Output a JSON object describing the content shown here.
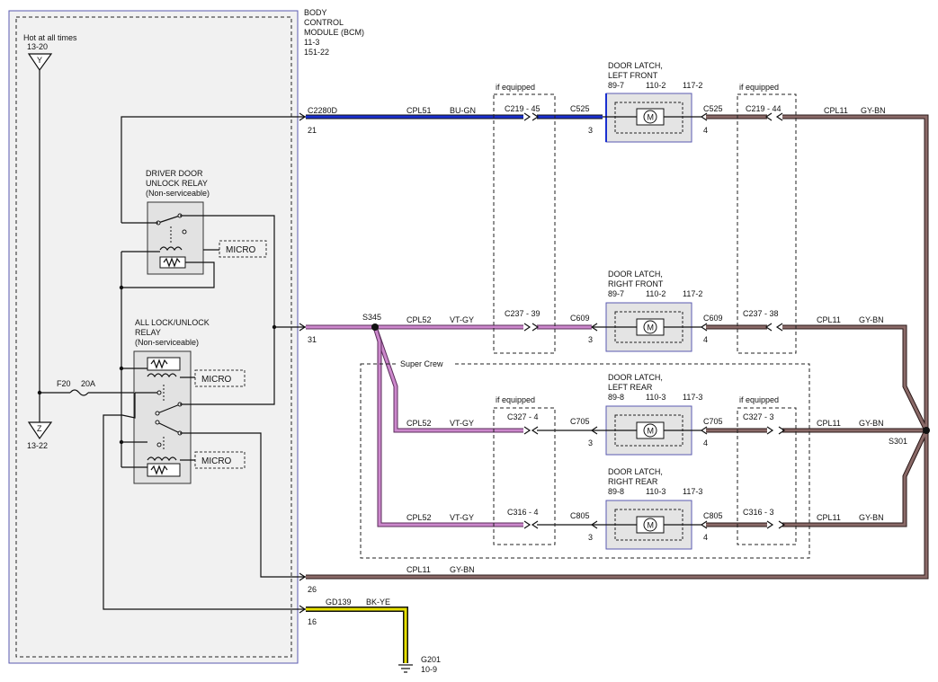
{
  "bcm": {
    "title_line1": "BODY",
    "title_line2": "CONTROL",
    "title_line3": "MODULE (BCM)",
    "ref1": "11-3",
    "ref2": "151-22"
  },
  "power": {
    "label": "Hot at all times",
    "ref": "13-20",
    "node": "Y",
    "fuse": "F20",
    "rating": "20A",
    "node_z": "Z",
    "ref_z": "13-22"
  },
  "driver_relay": {
    "line1": "DRIVER DOOR",
    "line2": "UNLOCK RELAY",
    "line3": "(Non-serviceable)",
    "micro": "MICRO"
  },
  "all_relay": {
    "line1": "ALL LOCK/UNLOCK",
    "line2": "RELAY",
    "line3": "(Non-serviceable)",
    "micro1": "MICRO",
    "micro2": "MICRO"
  },
  "pins": {
    "p21": {
      "connector": "C2280D",
      "pin": "21"
    },
    "p31": {
      "pin": "31"
    },
    "p26": {
      "pin": "26"
    },
    "p16": {
      "pin": "16"
    }
  },
  "circuits": {
    "cpl51": {
      "name": "CPL51",
      "color": "BU-GN"
    },
    "cpl52a": {
      "name": "CPL52",
      "color": "VT-GY"
    },
    "cpl52b": {
      "name": "CPL52",
      "color": "VT-GY"
    },
    "cpl52c": {
      "name": "CPL52",
      "color": "VT-GY"
    },
    "cpl11a": {
      "name": "CPL11",
      "color": "GY-BN"
    },
    "cpl11b": {
      "name": "CPL11",
      "color": "GY-BN"
    },
    "cpl11c": {
      "name": "CPL11",
      "color": "GY-BN"
    },
    "cpl11d": {
      "name": "CPL11",
      "color": "GY-BN"
    },
    "cpl11e": {
      "name": "CPL11",
      "color": "GY-BN"
    },
    "gd139": {
      "name": "GD139",
      "color": "BK-YE"
    }
  },
  "splices": {
    "s345": "S345",
    "s301": "S301"
  },
  "ground": {
    "name": "G201",
    "ref": "10-9"
  },
  "super_crew": "Super Crew",
  "if_equipped": "if equipped",
  "latches": {
    "lf": {
      "line1": "DOOR LATCH,",
      "line2": "LEFT FRONT",
      "r1": "89-7",
      "r2": "110-2",
      "r3": "117-2",
      "in_conn": "C525",
      "in_pin": "3",
      "out_conn": "C525",
      "out_pin": "4",
      "mid_left": "C219 - 45",
      "mid_right": "C219 - 44",
      "motor": "M"
    },
    "rf": {
      "line1": "DOOR LATCH,",
      "line2": "RIGHT FRONT",
      "r1": "89-7",
      "r2": "110-2",
      "r3": "117-2",
      "in_conn": "C609",
      "in_pin": "3",
      "out_conn": "C609",
      "out_pin": "4",
      "mid_left": "C237 - 39",
      "mid_right": "C237 - 38",
      "motor": "M"
    },
    "lr": {
      "line1": "DOOR LATCH,",
      "line2": "LEFT REAR",
      "r1": "89-8",
      "r2": "110-3",
      "r3": "117-3",
      "in_conn": "C705",
      "in_pin": "3",
      "out_conn": "C705",
      "out_pin": "4",
      "mid_left": "C327 - 4",
      "mid_right": "C327 - 3",
      "motor": "M"
    },
    "rr": {
      "line1": "DOOR LATCH,",
      "line2": "RIGHT REAR",
      "r1": "89-8",
      "r2": "110-3",
      "r3": "117-3",
      "in_conn": "C805",
      "in_pin": "3",
      "out_conn": "C805",
      "out_pin": "4",
      "mid_left": "C316 - 4",
      "mid_right": "C316 - 3",
      "motor": "M"
    }
  },
  "colors": {
    "bu_gn": "#1a2fd0",
    "vt_gy": "#cc88cc",
    "gy_bn": "#6b4a48",
    "bk_ye": "#e6e000",
    "module_bg": "#f1f1f1",
    "latch_bg": "#e4e4e4"
  }
}
